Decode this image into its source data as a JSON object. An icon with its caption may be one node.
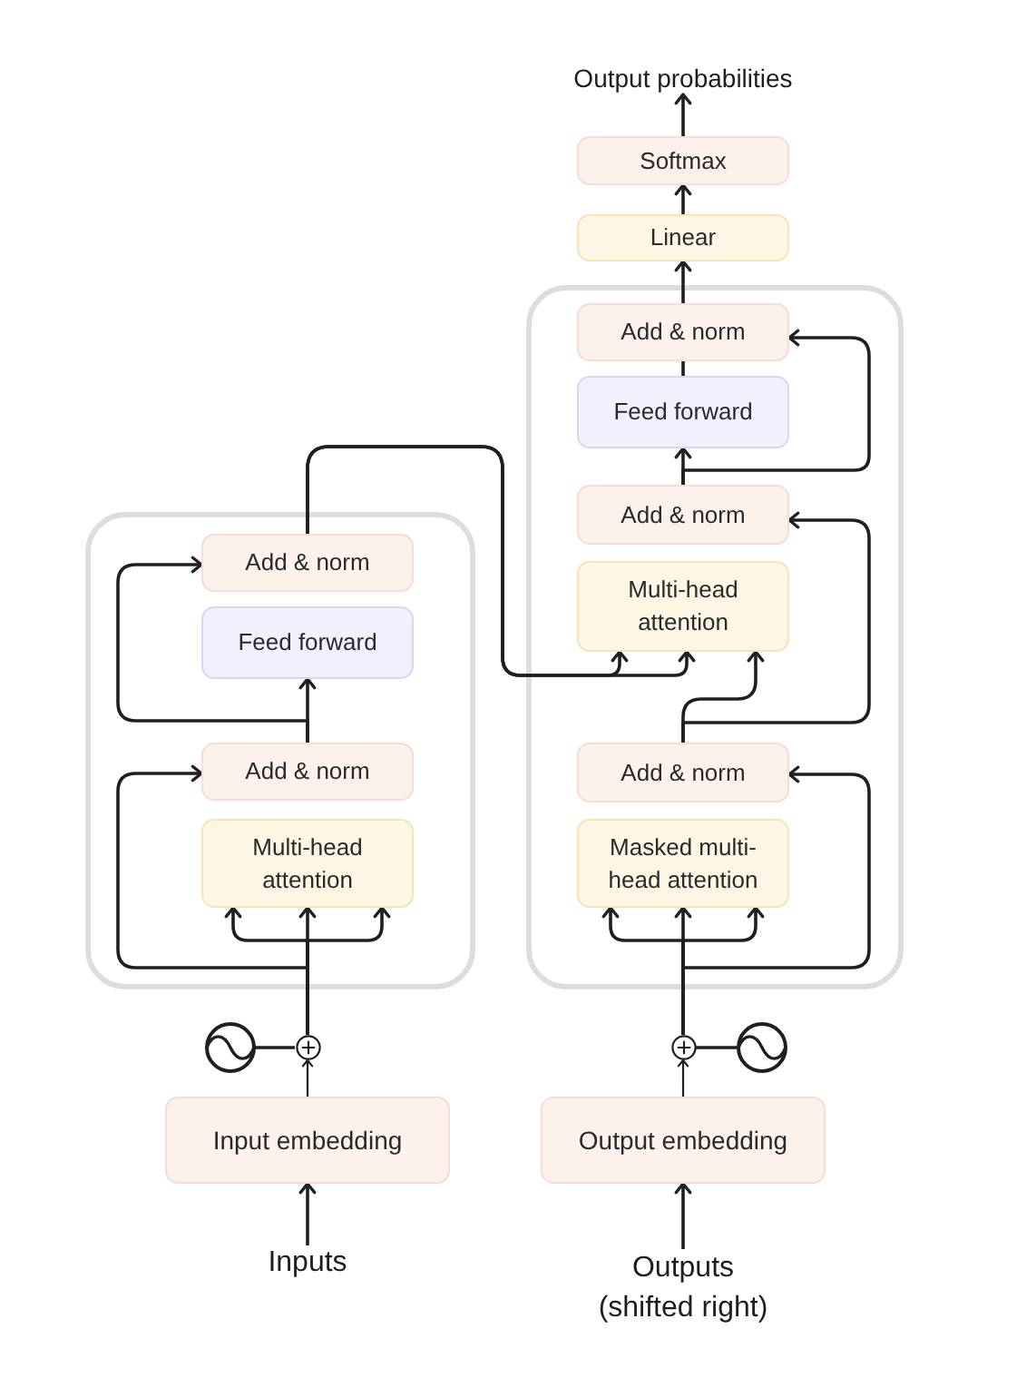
{
  "diagram": {
    "nodes": [
      {
        "text": [
          "Output probabilities"
        ]
      },
      {
        "text": [
          "Softmax"
        ]
      },
      {
        "text": [
          "Linear"
        ]
      },
      {
        "text": [],
        "shape": "box"
      },
      {
        "text": [
          "Add & norm"
        ],
        "in": 3
      },
      {
        "text": [
          "Feed forward"
        ],
        "in": 3
      },
      {
        "text": [
          "Add & norm"
        ],
        "in": 3
      },
      {
        "text": [
          "Multi-head attention"
        ],
        "in": 3
      },
      {
        "text": [
          "Add & norm"
        ],
        "in": 3
      },
      {
        "text": [
          "Masked multi-head attention"
        ],
        "in": 3
      },
      {
        "text": [],
        "shape": "box"
      },
      {
        "text": [
          "Add & norm"
        ],
        "in": 10
      },
      {
        "text": [
          "Feed forward"
        ],
        "in": 10
      },
      {
        "text": [
          "Add & norm"
        ],
        "in": 10
      },
      {
        "text": [
          "Multi-head attention"
        ],
        "in": 10
      },
      {
        "text": [],
        "shape": "circle"
      },
      {
        "text": [],
        "shape": "circle"
      },
      {
        "text": [],
        "shape": "circle"
      },
      {
        "text": [],
        "shape": "circle"
      },
      {
        "text": [
          "Input embedding"
        ]
      },
      {
        "text": [
          "Output embedding"
        ]
      },
      {
        "text": [
          "Inputs"
        ]
      },
      {
        "text": [
          "Outputs (shifted right)"
        ]
      }
    ],
    "edges": [
      {
        "from": 21,
        "to": 19,
        "arrow": "to"
      },
      {
        "from": 19,
        "to": 16,
        "arrow": "to"
      },
      {
        "from": 15,
        "to": 16,
        "arrow": "none"
      },
      {
        "from": 16,
        "to": 14,
        "arrow": "to"
      },
      {
        "from": 16,
        "to": 14,
        "arrow": "to"
      },
      {
        "from": 16,
        "to": 14,
        "arrow": "to"
      },
      {
        "from": 16,
        "to": 13,
        "arrow": "to"
      },
      {
        "from": 13,
        "to": 12,
        "arrow": "to"
      },
      {
        "from": 13,
        "to": 11,
        "arrow": "to"
      },
      {
        "from": 11,
        "to": 7,
        "arrow": "to"
      },
      {
        "from": 11,
        "to": 7,
        "arrow": "to"
      },
      {
        "from": 22,
        "to": 20,
        "arrow": "to"
      },
      {
        "from": 20,
        "to": 17,
        "arrow": "to"
      },
      {
        "from": 18,
        "to": 17,
        "arrow": "none"
      },
      {
        "from": 17,
        "to": 9,
        "arrow": "to"
      },
      {
        "from": 17,
        "to": 9,
        "arrow": "to"
      },
      {
        "from": 17,
        "to": 9,
        "arrow": "to"
      },
      {
        "from": 17,
        "to": 8,
        "arrow": "to"
      },
      {
        "from": 8,
        "to": 7,
        "arrow": "to"
      },
      {
        "from": 8,
        "to": 6,
        "arrow": "to"
      },
      {
        "from": 6,
        "to": 5,
        "arrow": "to"
      },
      {
        "from": 6,
        "to": 4,
        "arrow": "to"
      },
      {
        "from": 5,
        "to": 4,
        "arrow": "none"
      },
      {
        "from": 4,
        "to": 2,
        "arrow": "to"
      },
      {
        "from": 2,
        "to": 1,
        "arrow": "to"
      },
      {
        "from": 1,
        "to": 0,
        "arrow": "to"
      }
    ]
  }
}
